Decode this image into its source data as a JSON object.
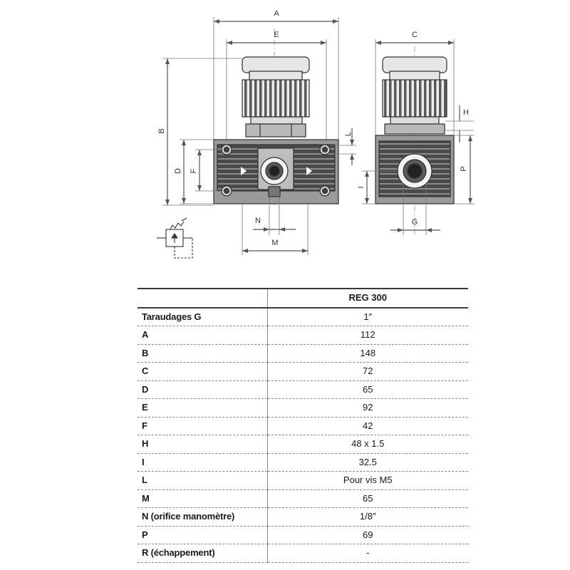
{
  "drawing": {
    "dimension_letters": {
      "A": "A",
      "B": "B",
      "C": "C",
      "D": "D",
      "E": "E",
      "F": "F",
      "G": "G",
      "H": "H",
      "I": "I",
      "L": "L",
      "M": "M",
      "N": "N",
      "P": "P"
    },
    "colors": {
      "line": "#2f2f2f",
      "dimension": "#555555",
      "body_dark": "#404040",
      "body_mid": "#9a9a9a",
      "knob_light": "#e6e6e6"
    }
  },
  "table": {
    "header": {
      "label": "",
      "model": "REG 300"
    },
    "rows": [
      {
        "label": "Taraudages G",
        "value": "1″"
      },
      {
        "label": "A",
        "value": "112"
      },
      {
        "label": "B",
        "value": "148"
      },
      {
        "label": "C",
        "value": "72"
      },
      {
        "label": "D",
        "value": "65"
      },
      {
        "label": "E",
        "value": "92"
      },
      {
        "label": "F",
        "value": "42"
      },
      {
        "label": "H",
        "value": "48 x 1.5"
      },
      {
        "label": "I",
        "value": "32.5"
      },
      {
        "label": "L",
        "value": "Pour vis M5"
      },
      {
        "label": "M",
        "value": "65"
      },
      {
        "label": "N (orifice manomètre)",
        "value": "1/8″"
      },
      {
        "label": "P",
        "value": "69"
      },
      {
        "label": "R (échappement)",
        "value": "-"
      }
    ]
  }
}
